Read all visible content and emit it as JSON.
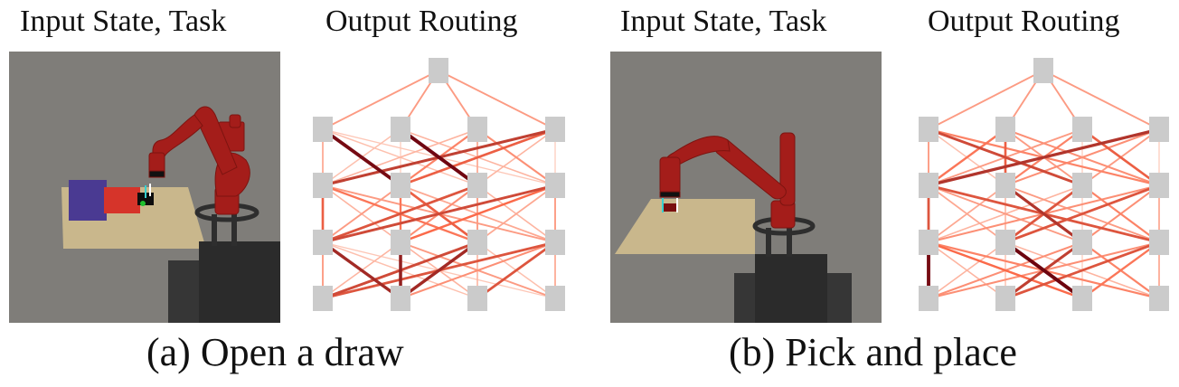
{
  "panels": [
    {
      "id": "a",
      "input_title": "Input State, Task",
      "output_title": "Output Routing",
      "caption": "(a) Open a draw",
      "scene": "robot arm reaching a drawer on a table (purple and red boxes)",
      "routing": {
        "layers": 4,
        "modules_per_layer": 4,
        "top_node_edge_weight": 0.3,
        "edges": [
          [
            0,
            0,
            1,
            0,
            0.25
          ],
          [
            0,
            0,
            1,
            1,
            0.95
          ],
          [
            0,
            0,
            1,
            2,
            0.15
          ],
          [
            0,
            0,
            1,
            3,
            0.12
          ],
          [
            0,
            1,
            1,
            0,
            0.15
          ],
          [
            0,
            1,
            1,
            1,
            0.1
          ],
          [
            0,
            1,
            1,
            2,
            0.97
          ],
          [
            0,
            1,
            1,
            3,
            0.2
          ],
          [
            0,
            2,
            1,
            0,
            0.2
          ],
          [
            0,
            2,
            1,
            1,
            0.4
          ],
          [
            0,
            2,
            1,
            2,
            0.25
          ],
          [
            0,
            2,
            1,
            3,
            0.35
          ],
          [
            0,
            3,
            1,
            0,
            0.7
          ],
          [
            0,
            3,
            1,
            1,
            0.55
          ],
          [
            0,
            3,
            1,
            2,
            0.2
          ],
          [
            0,
            3,
            1,
            3,
            0.1
          ],
          [
            1,
            0,
            2,
            0,
            0.55
          ],
          [
            1,
            0,
            2,
            1,
            0.2
          ],
          [
            1,
            0,
            2,
            2,
            0.45
          ],
          [
            1,
            0,
            2,
            3,
            0.3
          ],
          [
            1,
            1,
            2,
            0,
            0.3
          ],
          [
            1,
            1,
            2,
            1,
            0.45
          ],
          [
            1,
            1,
            2,
            2,
            0.55
          ],
          [
            1,
            1,
            2,
            3,
            0.25
          ],
          [
            1,
            2,
            2,
            0,
            0.6
          ],
          [
            1,
            2,
            2,
            1,
            0.35
          ],
          [
            1,
            2,
            2,
            2,
            0.3
          ],
          [
            1,
            2,
            2,
            3,
            0.2
          ],
          [
            1,
            3,
            2,
            0,
            0.65
          ],
          [
            1,
            3,
            2,
            1,
            0.5
          ],
          [
            1,
            3,
            2,
            2,
            0.25
          ],
          [
            1,
            3,
            2,
            3,
            0.3
          ],
          [
            2,
            0,
            3,
            0,
            0.3
          ],
          [
            2,
            0,
            3,
            1,
            0.8
          ],
          [
            2,
            0,
            3,
            2,
            0.15
          ],
          [
            2,
            0,
            3,
            3,
            0.12
          ],
          [
            2,
            1,
            3,
            0,
            0.2
          ],
          [
            2,
            1,
            3,
            1,
            0.85
          ],
          [
            2,
            1,
            3,
            2,
            0.2
          ],
          [
            2,
            1,
            3,
            3,
            0.3
          ],
          [
            2,
            2,
            3,
            0,
            0.65
          ],
          [
            2,
            2,
            3,
            1,
            0.8
          ],
          [
            2,
            2,
            3,
            2,
            0.2
          ],
          [
            2,
            2,
            3,
            3,
            0.15
          ],
          [
            2,
            3,
            3,
            0,
            0.6
          ],
          [
            2,
            3,
            3,
            1,
            0.35
          ],
          [
            2,
            3,
            3,
            2,
            0.6
          ],
          [
            2,
            3,
            3,
            3,
            0.25
          ]
        ]
      }
    },
    {
      "id": "b",
      "input_title": "Input State, Task",
      "output_title": "Output Routing",
      "caption": "(b) Pick and place",
      "scene": "robot arm grasping a small object on a table",
      "routing": {
        "layers": 4,
        "modules_per_layer": 4,
        "top_node_edge_weight": 0.3,
        "edges": [
          [
            0,
            0,
            1,
            0,
            0.3
          ],
          [
            0,
            0,
            1,
            1,
            0.15
          ],
          [
            0,
            0,
            1,
            2,
            0.65
          ],
          [
            0,
            0,
            1,
            3,
            0.4
          ],
          [
            0,
            1,
            1,
            0,
            0.45
          ],
          [
            0,
            1,
            1,
            1,
            0.55
          ],
          [
            0,
            1,
            1,
            2,
            0.3
          ],
          [
            0,
            1,
            1,
            3,
            0.35
          ],
          [
            0,
            2,
            1,
            0,
            0.3
          ],
          [
            0,
            2,
            1,
            1,
            0.4
          ],
          [
            0,
            2,
            1,
            2,
            0.1
          ],
          [
            0,
            2,
            1,
            3,
            0.55
          ],
          [
            0,
            3,
            1,
            0,
            0.75
          ],
          [
            0,
            3,
            1,
            1,
            0.35
          ],
          [
            0,
            3,
            1,
            2,
            0.3
          ],
          [
            0,
            3,
            1,
            3,
            0.1
          ],
          [
            1,
            0,
            2,
            0,
            0.6
          ],
          [
            1,
            0,
            2,
            1,
            0.25
          ],
          [
            1,
            0,
            2,
            2,
            0.3
          ],
          [
            1,
            0,
            2,
            3,
            0.6
          ],
          [
            1,
            1,
            2,
            0,
            0.25
          ],
          [
            1,
            1,
            2,
            1,
            0.2
          ],
          [
            1,
            1,
            2,
            2,
            0.75
          ],
          [
            1,
            1,
            2,
            3,
            0.3
          ],
          [
            1,
            2,
            2,
            0,
            0.2
          ],
          [
            1,
            2,
            2,
            1,
            0.6
          ],
          [
            1,
            2,
            2,
            2,
            0.1
          ],
          [
            1,
            2,
            2,
            3,
            0.4
          ],
          [
            1,
            3,
            2,
            0,
            0.35
          ],
          [
            1,
            3,
            2,
            1,
            0.6
          ],
          [
            1,
            3,
            2,
            2,
            0.35
          ],
          [
            1,
            3,
            2,
            3,
            0.25
          ],
          [
            2,
            0,
            3,
            0,
            0.95
          ],
          [
            2,
            0,
            3,
            1,
            0.2
          ],
          [
            2,
            0,
            3,
            2,
            0.5
          ],
          [
            2,
            0,
            3,
            3,
            0.4
          ],
          [
            2,
            1,
            3,
            0,
            0.2
          ],
          [
            2,
            1,
            3,
            1,
            0.15
          ],
          [
            2,
            1,
            3,
            2,
            0.98
          ],
          [
            2,
            1,
            3,
            3,
            0.2
          ],
          [
            2,
            2,
            3,
            0,
            0.35
          ],
          [
            2,
            2,
            3,
            1,
            0.7
          ],
          [
            2,
            2,
            3,
            2,
            0.1
          ],
          [
            2,
            2,
            3,
            3,
            0.4
          ],
          [
            2,
            3,
            3,
            0,
            0.35
          ],
          [
            2,
            3,
            3,
            1,
            0.6
          ],
          [
            2,
            3,
            3,
            2,
            0.45
          ],
          [
            2,
            3,
            3,
            3,
            0.25
          ]
        ]
      }
    }
  ],
  "colors": {
    "node": "#cbcbcb",
    "edge_low": "#fee5d9",
    "edge_mid": "#fb6a4a",
    "edge_high": "#67000d",
    "scene_background": "#7f7d79",
    "robot": "#a41d1a",
    "table": "#c9b78c",
    "base": "#2e2e2e"
  }
}
